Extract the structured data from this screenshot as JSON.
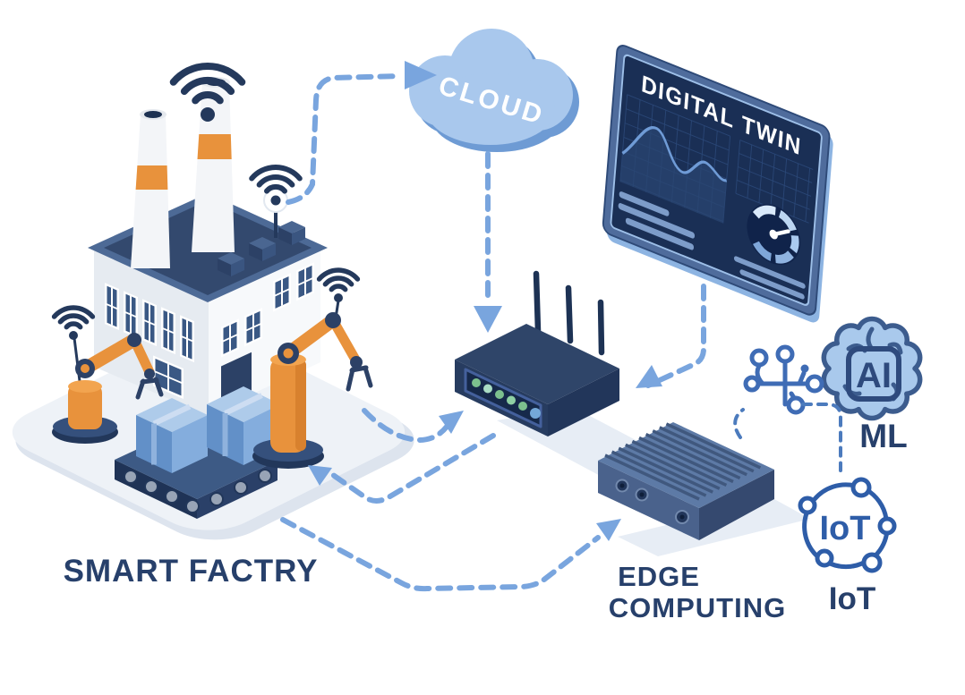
{
  "labels": {
    "factory": "SMART FACTRY",
    "cloud": "CLOUD",
    "digital_twin": "DIGITAL TWIN",
    "edge_line1": "EDGE",
    "edge_line2": "COMPUTING",
    "ai": "AI",
    "ml": "ML",
    "iot_ring": "IoT",
    "iot_label": "IoT"
  },
  "colors": {
    "label_navy": "#27406b",
    "arrow_blue": "#79a5de",
    "connector_blue": "#4c7bbd",
    "cloud_fill": "#a9c8ed",
    "cloud_shade": "#6e9bd4",
    "monitor_frame": "#4f6c9c",
    "monitor_screen": "#1a2f55",
    "device_navy": "#273c60",
    "edge_slate": "#5d7aa6",
    "robot_orange": "#e8923c",
    "brain_fill": "#a9c9ec",
    "brain_stroke": "#3c5c8e",
    "iot_blue": "#2e5da8",
    "led_green": "#7cc08e",
    "led_blue": "#74a8d8",
    "wifi_navy": "#24395c"
  }
}
